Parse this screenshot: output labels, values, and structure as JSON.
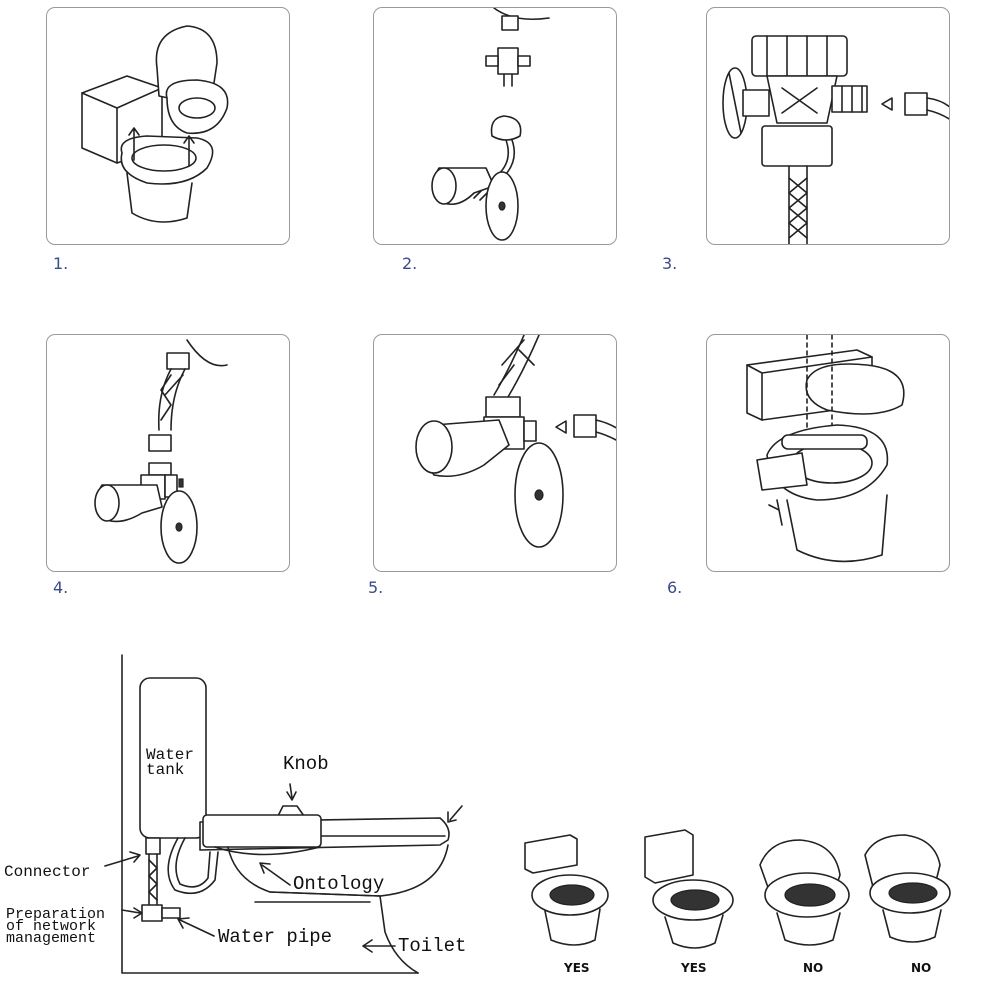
{
  "steps": [
    {
      "number": "1."
    },
    {
      "number": "2."
    },
    {
      "number": "3."
    },
    {
      "number": "4."
    },
    {
      "number": "5."
    },
    {
      "number": "6."
    }
  ],
  "diagram_labels": {
    "water_tank": "Water\ntank",
    "knob": "Knob",
    "connector": "Connector",
    "ontology": "Ontology",
    "preparation": "Preparation\nof network\nmanagement",
    "water_pipe": "Water pipe",
    "toilet": "Toilet"
  },
  "toilet_types": [
    {
      "verdict": "YES"
    },
    {
      "verdict": "YES"
    },
    {
      "verdict": "NO"
    },
    {
      "verdict": "NO"
    }
  ]
}
